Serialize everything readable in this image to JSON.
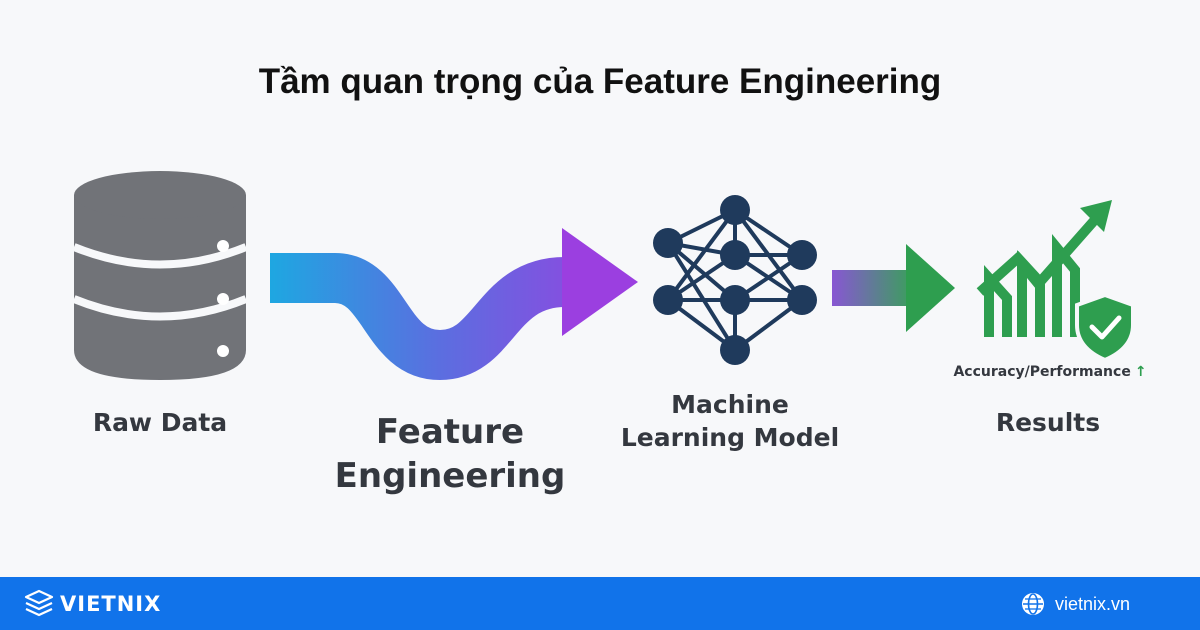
{
  "title": "Tầm quan trọng của Feature Engineering",
  "stages": {
    "raw_data": "Raw Data",
    "feature_engineering_line1": "Feature",
    "feature_engineering_line2": "Engineering",
    "ml_model_line1": "Machine",
    "ml_model_line2": "Learning Model",
    "results": "Results",
    "results_caption": "Accuracy/Performance",
    "results_caption_arrow": "↑"
  },
  "icons": {
    "raw_data": "database-icon",
    "ml_model": "neural-network-icon",
    "results": "growth-chart-icon",
    "shield": "shield-check-icon",
    "brand": "stacked-layers-logo-icon",
    "site": "globe-icon"
  },
  "colors": {
    "database": "#717378",
    "network": "#1f3a5c",
    "growth": "#2e9e4f",
    "arrow_start": "#1ea7e1",
    "arrow_end": "#9b3fe0",
    "footer": "#1173ea"
  },
  "footer": {
    "brand": "VIETNIX",
    "site": "vietnix.vn"
  }
}
